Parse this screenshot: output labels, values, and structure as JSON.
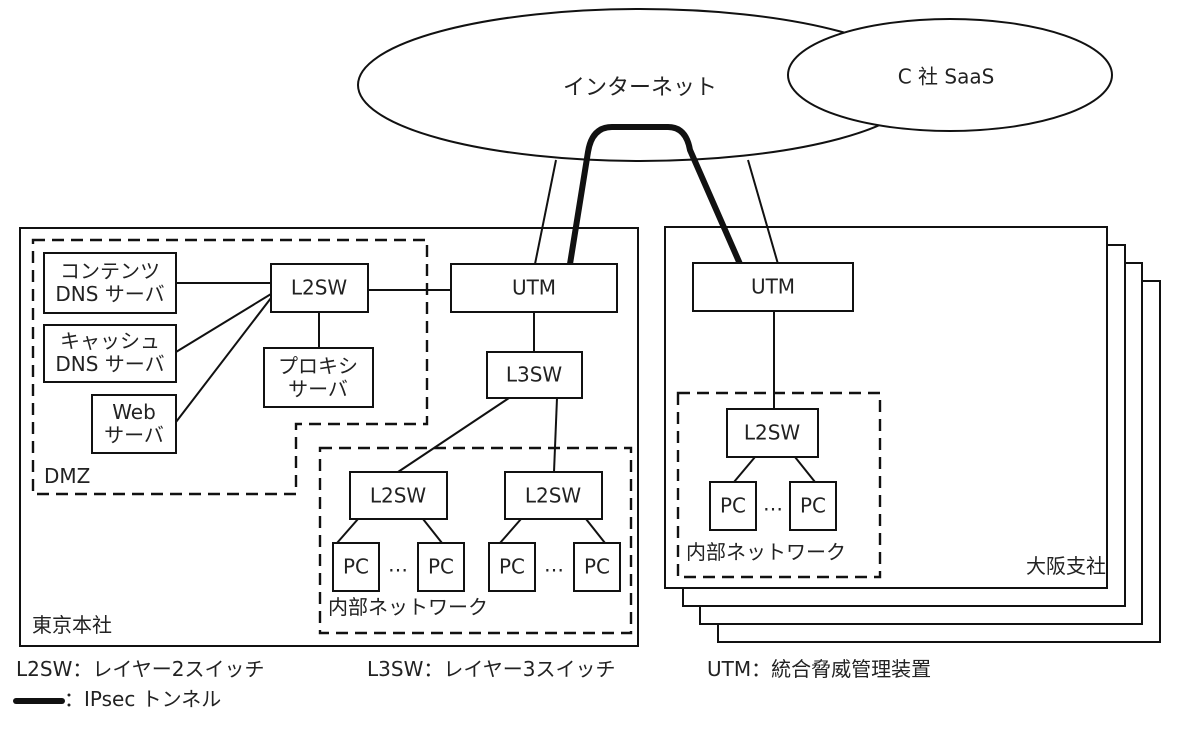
{
  "internet": {
    "label": "インターネット"
  },
  "saas": {
    "label": "C 社 SaaS"
  },
  "tokyo": {
    "label": "東京本社",
    "utm": "UTM",
    "l3sw": "L3SW",
    "dmz": {
      "label": "DMZ",
      "l2sw": "L2SW",
      "content_dns": [
        "コンテンツ",
        "DNS サーバ"
      ],
      "cache_dns": [
        "キャッシュ",
        "DNS サーバ"
      ],
      "web": [
        "Web",
        "サーバ"
      ],
      "proxy": [
        "プロキシ",
        "サーバ"
      ]
    },
    "internal": {
      "label": "内部ネットワーク",
      "l2sw_left": "L2SW",
      "l2sw_right": "L2SW",
      "pc": "PC",
      "ellipsis": "…"
    }
  },
  "osaka": {
    "label": "大阪支社",
    "utm": "UTM",
    "internal": {
      "label": "内部ネットワーク",
      "l2sw": "L2SW",
      "pc": "PC",
      "ellipsis": "…"
    }
  },
  "legend": {
    "l2sw": "L2SW：レイヤー2スイッチ",
    "l3sw": "L3SW：レイヤー3スイッチ",
    "utm": "UTM：統合脅威管理装置",
    "ipsec": "：IPsec トンネル"
  }
}
